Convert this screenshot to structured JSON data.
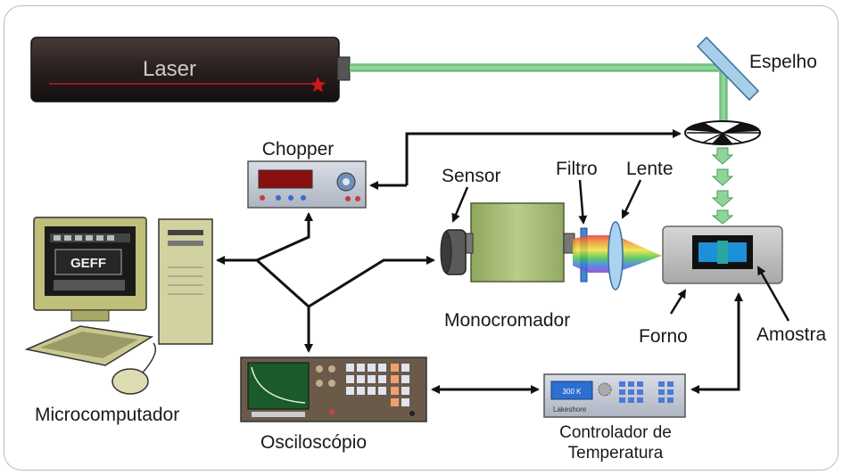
{
  "labels": {
    "laser": "Laser",
    "espelho": "Espelho",
    "chopper": "Chopper",
    "sensor": "Sensor",
    "filtro": "Filtro",
    "lente": "Lente",
    "monocromador": "Monocromador",
    "forno": "Forno",
    "amostra": "Amostra",
    "microcomputador": "Microcomputador",
    "osciloscopio": "Osciloscópio",
    "controlador_line1": "Controlador de",
    "controlador_line2": "Temperatura",
    "screen_text": "GEFF",
    "controller_display": "300 K",
    "controller_brand": "Lakeshore"
  },
  "colors": {
    "laser_beam": "#7ec98c",
    "arrow": "#111111",
    "monochromator": "#a9bf78",
    "laser_body": "#2a1f1f",
    "chopper_display": "#8a1010",
    "controller_display": "#2b6fd0"
  }
}
